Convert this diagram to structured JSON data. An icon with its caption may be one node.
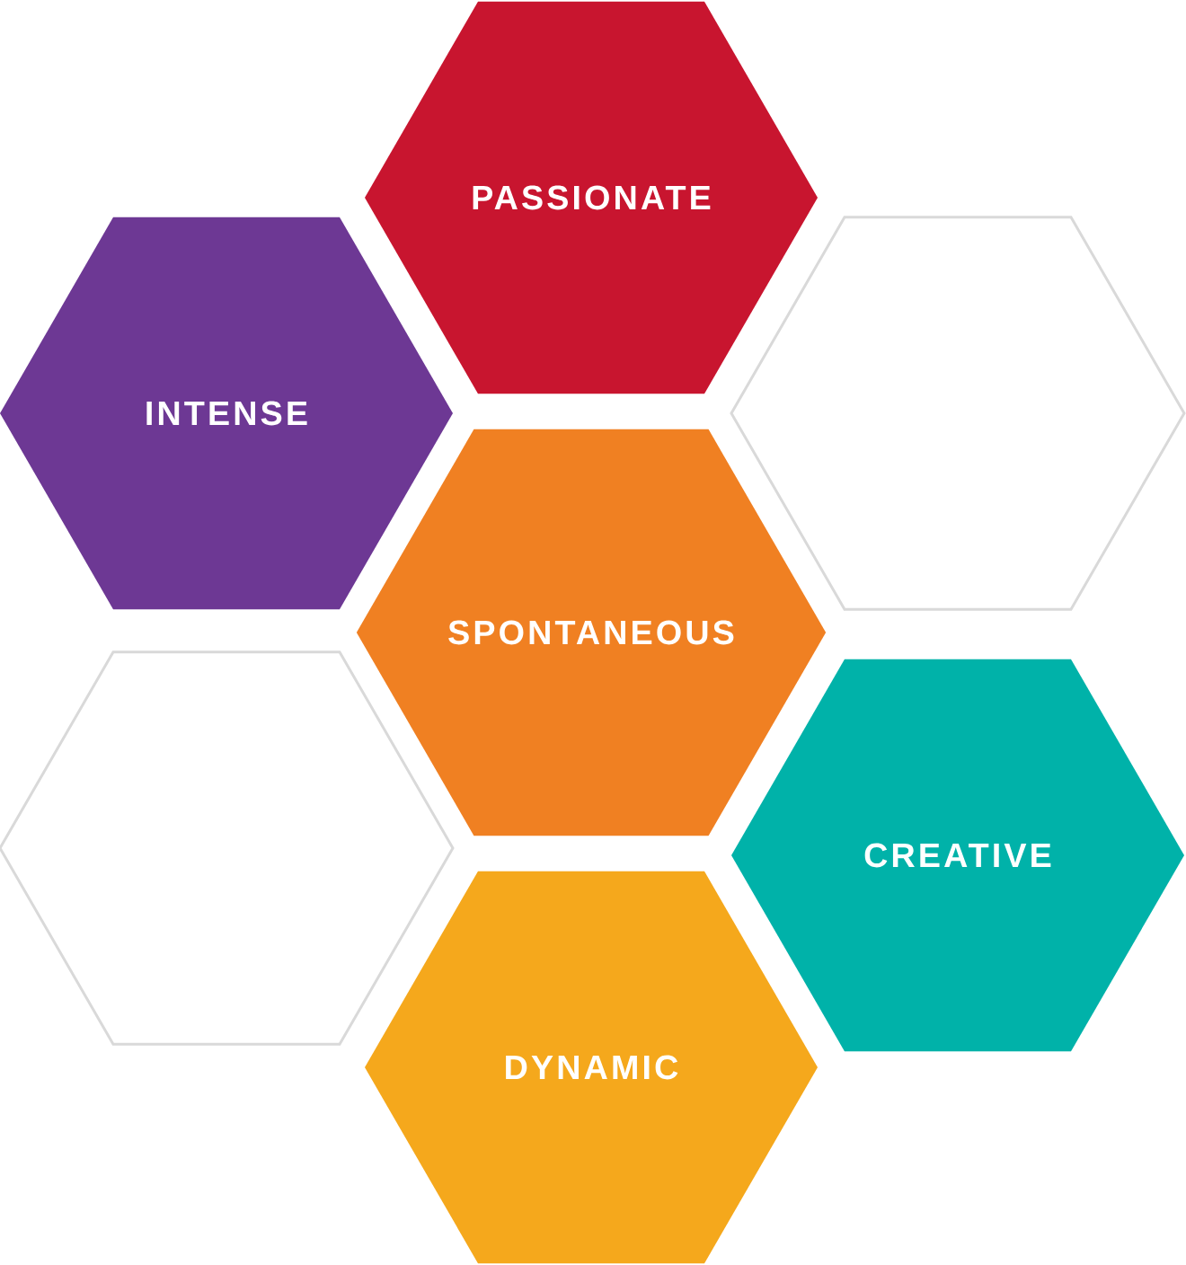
{
  "diagram": {
    "nodes": [
      {
        "text": [
          "PASSIONATE"
        ]
      },
      {
        "text": [
          "INTENSE"
        ]
      },
      {
        "text": [],
        "shape": "hexagon"
      },
      {
        "text": [
          "SPONTANEOUS"
        ]
      },
      {
        "text": [],
        "shape": "hexagon"
      },
      {
        "text": [
          "CREATIVE"
        ]
      },
      {
        "text": [
          "DYNAMIC"
        ]
      }
    ]
  }
}
